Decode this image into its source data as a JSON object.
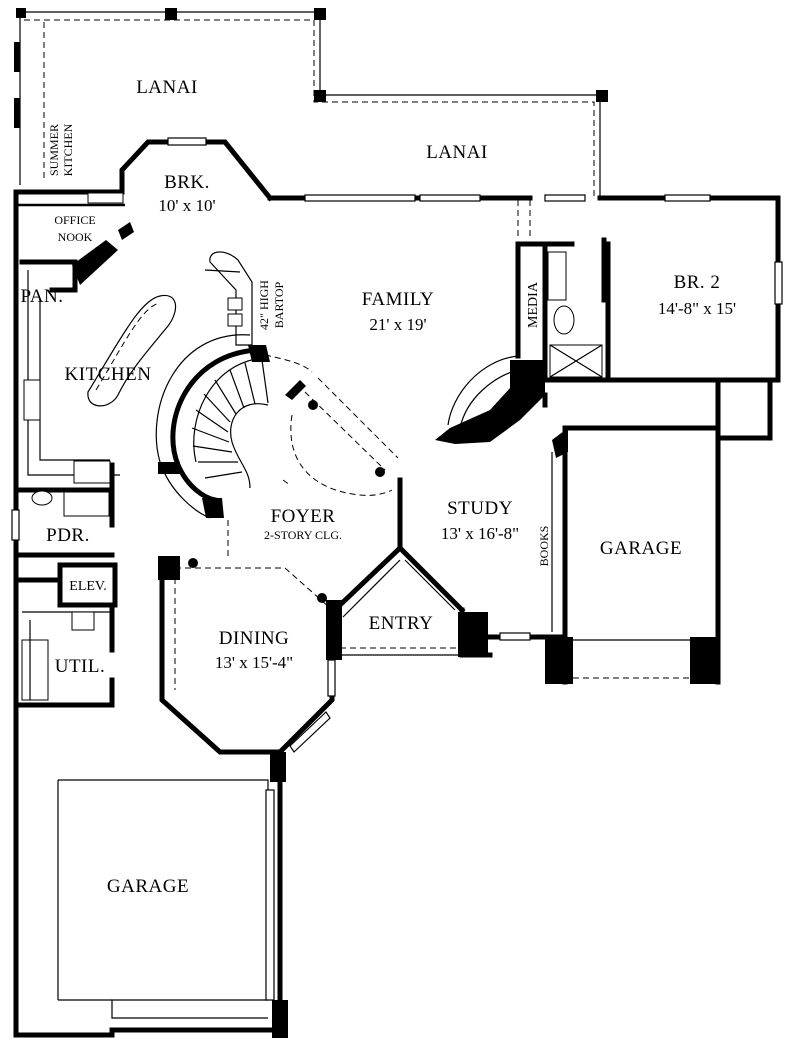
{
  "rooms": {
    "lanai_west": {
      "name": "LANAI"
    },
    "lanai_east": {
      "name": "LANAI"
    },
    "summer_kitchen": {
      "line1": "SUMMER",
      "line2": "KITCHEN"
    },
    "breakfast": {
      "name": "BRK.",
      "dims": "10' x 10'"
    },
    "office_nook": {
      "line1": "OFFICE",
      "line2": "NOOK"
    },
    "pantry": {
      "name": "PAN."
    },
    "kitchen": {
      "name": "KITCHEN"
    },
    "bartop": {
      "line1": "42\" HIGH",
      "line2": "BARTOP"
    },
    "family": {
      "name": "FAMILY",
      "dims": "21' x 19'"
    },
    "media": {
      "name": "MEDIA"
    },
    "bedroom2": {
      "name": "BR. 2",
      "dims": "14'-8\" x 15'"
    },
    "foyer": {
      "name": "FOYER",
      "note": "2-STORY CLG."
    },
    "powder": {
      "name": "PDR."
    },
    "elevator": {
      "name": "ELEV."
    },
    "utility": {
      "name": "UTIL."
    },
    "study": {
      "name": "STUDY",
      "dims": "13' x 16'-8\""
    },
    "books": {
      "name": "BOOKS"
    },
    "garage_east": {
      "name": "GARAGE"
    },
    "entry": {
      "name": "ENTRY"
    },
    "dining": {
      "name": "DINING",
      "dims": "13' x 15'-4\""
    },
    "garage_west": {
      "name": "GARAGE"
    }
  }
}
